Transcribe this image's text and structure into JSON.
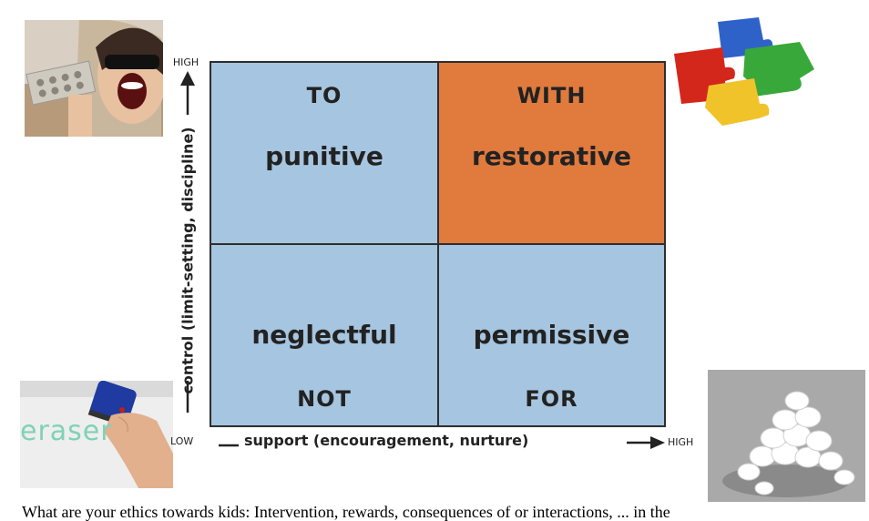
{
  "quadrants": {
    "top_left": {
      "heading": "TO",
      "word": "punitive",
      "color": "#a6c5e0"
    },
    "top_right": {
      "heading": "WITH",
      "word": "restorative",
      "color": "#e07a3d"
    },
    "bottom_left": {
      "heading": "NOT",
      "word": "neglectful",
      "color": "#a6c5e0"
    },
    "bottom_right": {
      "heading": "FOR",
      "word": "permissive",
      "color": "#a6c5e0"
    }
  },
  "y_axis": {
    "label": "control (limit-setting, discipline)",
    "high": "HIGH",
    "low": "LOW"
  },
  "x_axis": {
    "label": "support (encouragement, nurture)",
    "high": "HIGH"
  },
  "eraser_text": "eraser",
  "caption": "What are your ethics towards kids: Intervention, rewards, consequences of or interactions,  ...  in the"
}
